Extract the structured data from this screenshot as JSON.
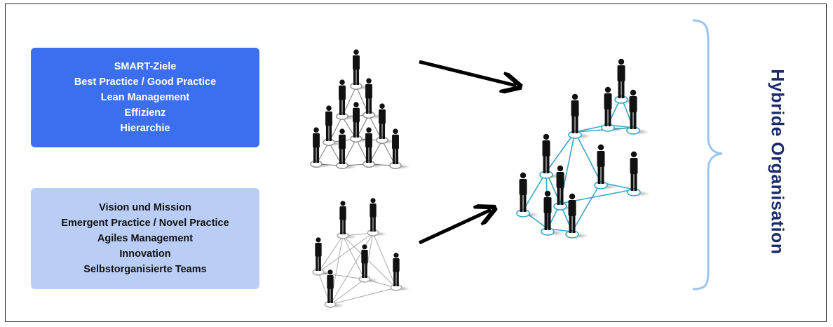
{
  "boxes": {
    "top": {
      "lines": [
        "SMART-Ziele",
        "Best Practice / Good Practice",
        "Lean Management",
        "Effizienz",
        "Hierarchie"
      ],
      "background": "#3b6ff0",
      "text_color": "#ffffff"
    },
    "bottom": {
      "lines": [
        "Vision und Mission",
        "Emergent Practice / Novel Practice",
        "Agiles Management",
        "Innovation",
        "Selbstorganisierte Teams"
      ],
      "background": "#b9cdf7",
      "text_color": "#111111"
    }
  },
  "side_label": {
    "text": "Hybride Organisation",
    "color": "#1b2a6b"
  },
  "colors": {
    "brace": "#9cc4ee",
    "hierarchy_lines": "#777777",
    "network_lines": "#aaaaaa",
    "hybrid_lines": "#3aa6c8",
    "person": "#111111",
    "arrow": "#000000"
  },
  "icons": {
    "person": "person-figure-icon",
    "arrow": "arrow-right-icon",
    "brace": "curly-brace-icon"
  }
}
